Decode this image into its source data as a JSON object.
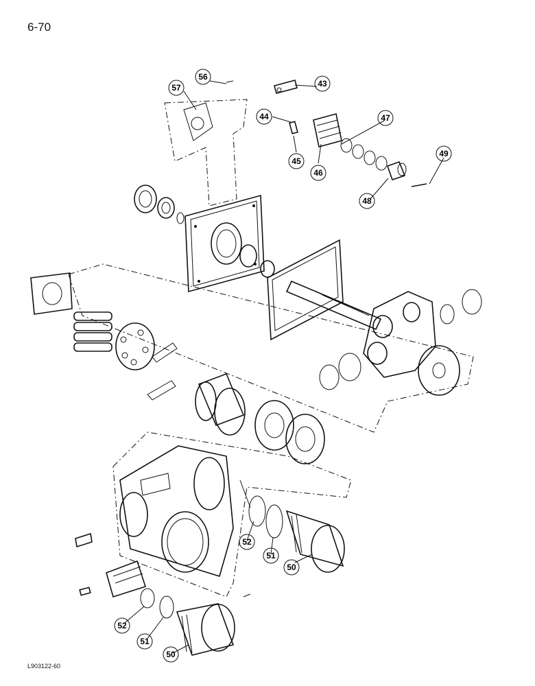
{
  "page": {
    "number": "6-70",
    "footer_code": "L903122-60"
  },
  "callouts": [
    {
      "id": "c56",
      "text": "56"
    },
    {
      "id": "c57",
      "text": "57"
    },
    {
      "id": "c43",
      "text": "43"
    },
    {
      "id": "c44",
      "text": "44"
    },
    {
      "id": "c47",
      "text": "47"
    },
    {
      "id": "c45",
      "text": "45"
    },
    {
      "id": "c46",
      "text": "46"
    },
    {
      "id": "c49",
      "text": "49"
    },
    {
      "id": "c48",
      "text": "48"
    },
    {
      "id": "c52a",
      "text": "52"
    },
    {
      "id": "c51a",
      "text": "51"
    },
    {
      "id": "c50a",
      "text": "50"
    },
    {
      "id": "c52b",
      "text": "52"
    },
    {
      "id": "c51b",
      "text": "51"
    },
    {
      "id": "c50b",
      "text": "50"
    }
  ]
}
